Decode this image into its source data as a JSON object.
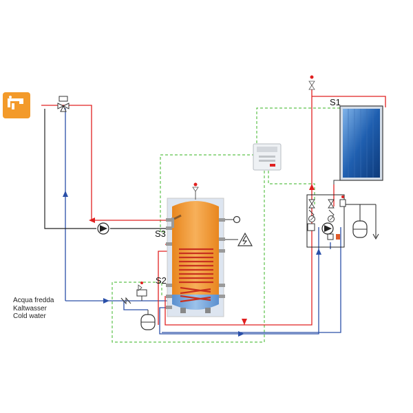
{
  "sensors": {
    "s1": "S1",
    "s2": "S2",
    "s3": "S3"
  },
  "cold_water_labels": [
    "Acqua fredda",
    "Kaltwasser",
    "Cold water"
  ],
  "colors": {
    "hot_line": "#e02020",
    "cold_line": "#2a4fa8",
    "control_line": "#5cc24a",
    "tank_body": "#f39a3a",
    "tank_bottom": "#6f9fd8",
    "coil": "#c8301e",
    "collector": "#1f5fb0",
    "tap_icon_bg": "#f39a2a"
  },
  "icons": [
    "tap-icon",
    "pump-icon",
    "electric-heater-icon",
    "thermometer-icon",
    "controller-icon",
    "solar-collector-icon",
    "expansion-vessel-icon",
    "mixing-valve-icon",
    "check-valve-icon",
    "safety-valve-icon"
  ]
}
